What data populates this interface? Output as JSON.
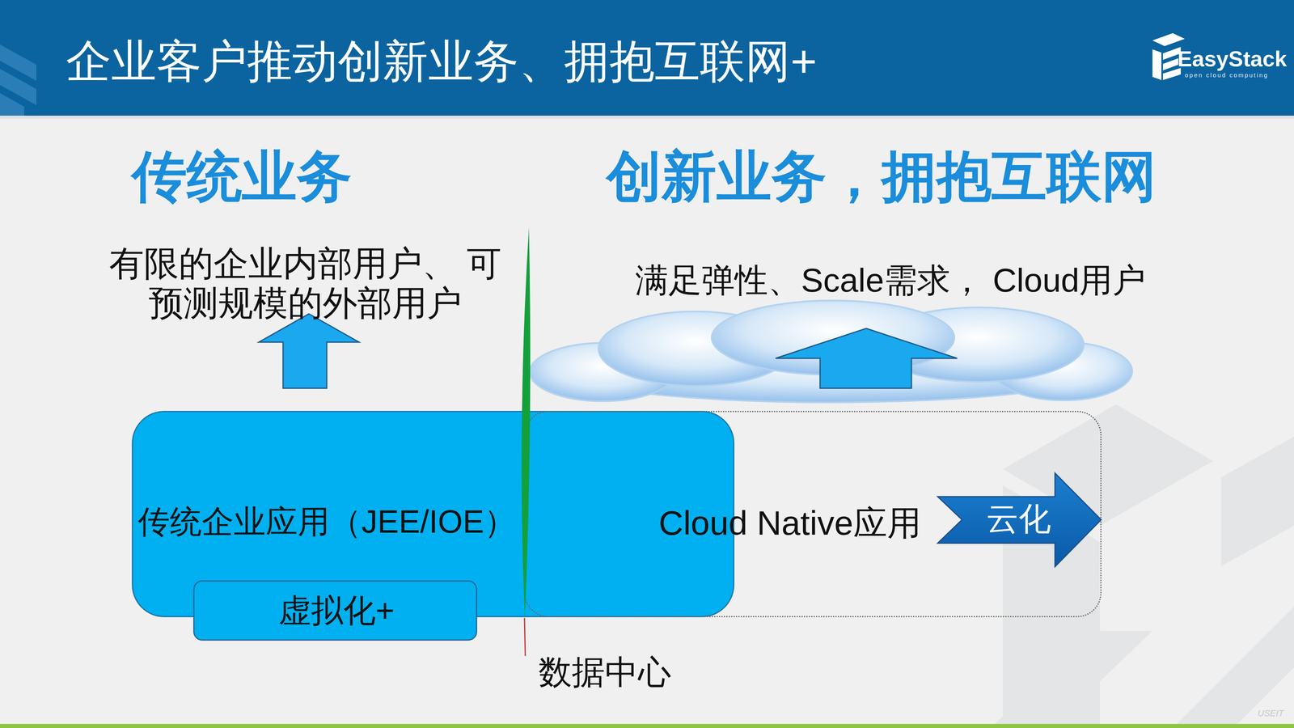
{
  "diagram": {
    "title": "企业客户推动创新业务、拥抱互联网+",
    "nodes": [
      {
        "text": [
          "传统企业应用（JEE/IOE）"
        ]
      },
      {
        "text": [
          "虚拟化+"
        ],
        "in": 0
      },
      {
        "text": [
          "Cloud Native应用"
        ]
      },
      {
        "text": [
          "云化"
        ],
        "in": 2
      }
    ],
    "labels": [
      "传统业务",
      "创新业务，拥抱互联网",
      "有限的企业内部用户、 可预测规模的外部用户",
      "满足弹性、Scale需求， Cloud用户",
      "数据中心",
      "EasyStack",
      "open cloud computing",
      "USEIT"
    ]
  }
}
